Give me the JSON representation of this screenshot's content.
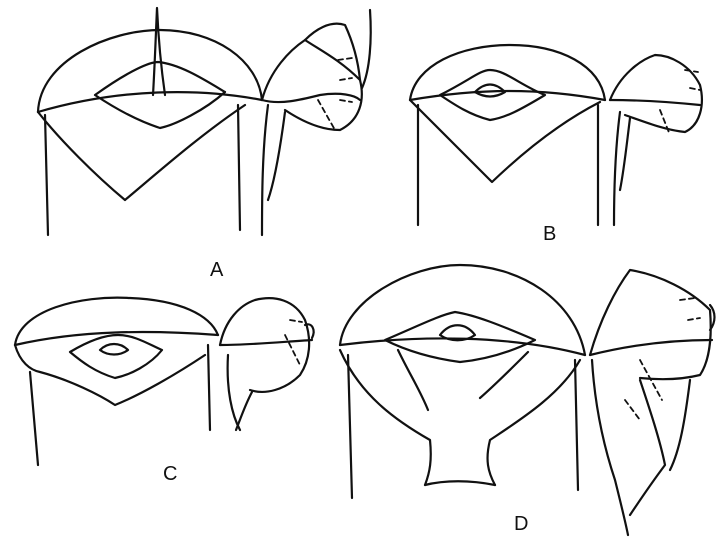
{
  "figure": {
    "panels": [
      {
        "id": "A",
        "label": "A"
      },
      {
        "id": "B",
        "label": "B"
      },
      {
        "id": "C",
        "label": "C"
      },
      {
        "id": "D",
        "label": "D"
      }
    ]
  }
}
